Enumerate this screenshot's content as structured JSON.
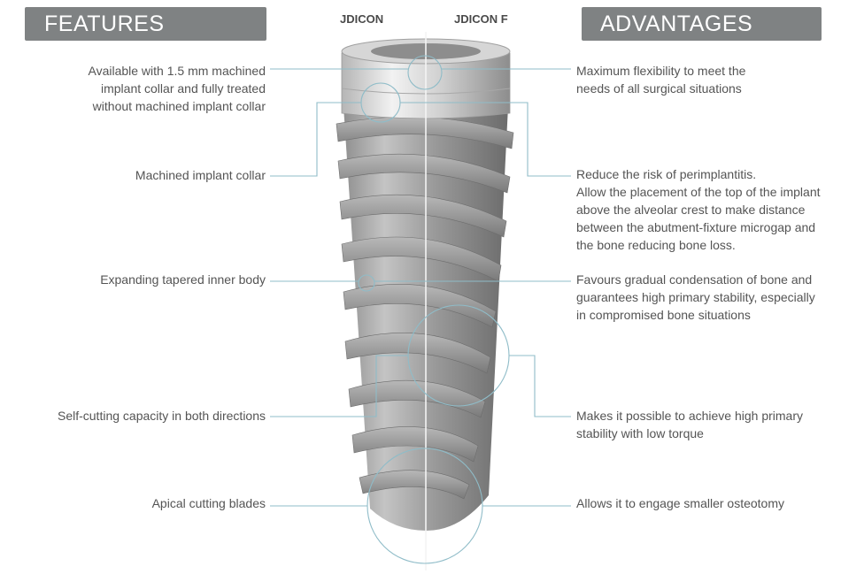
{
  "headers": {
    "features": "FEATURES",
    "advantages": "ADVANTAGES",
    "model_left": "JDICON",
    "model_right": "JDICON F"
  },
  "features": [
    {
      "lines": [
        "Available with 1.5 mm machined",
        "implant collar and fully treated",
        "without machined implant collar"
      ]
    },
    {
      "lines": [
        "Machined implant collar"
      ]
    },
    {
      "lines": [
        "Expanding tapered inner body"
      ]
    },
    {
      "lines": [
        "Self-cutting capacity in both directions"
      ]
    },
    {
      "lines": [
        "Apical cutting blades"
      ]
    }
  ],
  "advantages": [
    {
      "lines": [
        "Maximum flexibility to meet the",
        "needs of all surgical situations"
      ]
    },
    {
      "lines": [
        "Reduce the risk of perimplantitis.",
        "Allow the placement of the top of the implant",
        "above the alveolar crest to make distance",
        "between the abutment-fixture microgap and",
        "the bone reducing bone loss."
      ]
    },
    {
      "lines": [
        "Favours gradual condensation of bone and",
        "guarantees high primary stability, especially",
        "in compromised bone situations"
      ]
    },
    {
      "lines": [
        "Makes it possible to achieve high primary",
        "stability with low torque"
      ]
    },
    {
      "lines": [
        "Allows it to engage smaller osteotomy"
      ]
    }
  ],
  "colors": {
    "banner": "#7f8283",
    "callout_line": "#8fbcc8",
    "text": "#545454"
  }
}
